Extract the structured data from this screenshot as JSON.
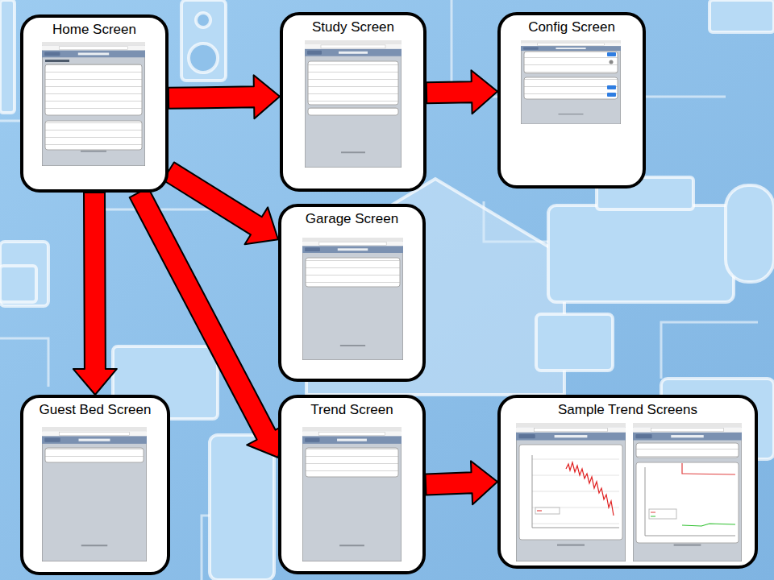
{
  "diagram": {
    "nodes": [
      {
        "text": [
          "Home Screen"
        ]
      },
      {
        "text": [
          "Study Screen"
        ]
      },
      {
        "text": [
          "Config Screen"
        ]
      },
      {
        "text": [
          "Garage Screen"
        ]
      },
      {
        "text": [
          "Guest Bed Screen"
        ]
      },
      {
        "text": [
          "Trend Screen"
        ]
      },
      {
        "text": [
          "Sample Trend Screens"
        ]
      }
    ],
    "edges": [
      {
        "from": 0,
        "to": 1,
        "arrow": "to"
      },
      {
        "from": 1,
        "to": 2,
        "arrow": "to"
      },
      {
        "from": 0,
        "to": 3,
        "arrow": "to"
      },
      {
        "from": 0,
        "to": 4,
        "arrow": "to"
      },
      {
        "from": 0,
        "to": 5,
        "arrow": "to"
      },
      {
        "from": 5,
        "to": 6,
        "arrow": "to"
      }
    ]
  }
}
